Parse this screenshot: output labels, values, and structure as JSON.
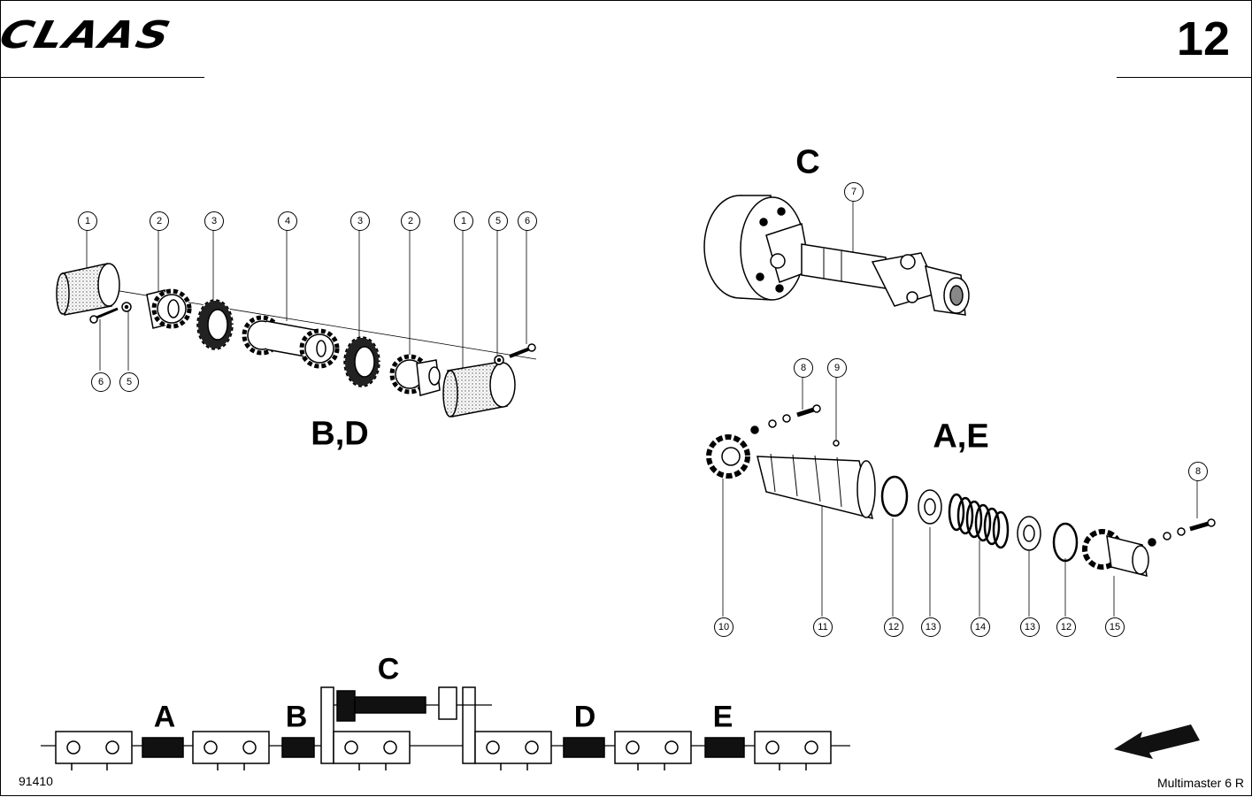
{
  "header": {
    "brand": "CLAAS",
    "page_number": "12"
  },
  "footer": {
    "drawing_number": "91410",
    "model": "Multimaster 6 R"
  },
  "groups": [
    {
      "id": "bd",
      "label": "B,D"
    },
    {
      "id": "c",
      "label": "C"
    },
    {
      "id": "ae",
      "label": "A,E"
    }
  ],
  "callouts": {
    "bd_top": [
      "1",
      "2",
      "3",
      "4",
      "3",
      "2",
      "1",
      "5",
      "6"
    ],
    "bd_bottom": [
      "6",
      "5"
    ],
    "c": [
      "7"
    ],
    "ae_top": [
      "8",
      "9",
      "8"
    ],
    "ae_bottom": [
      "10",
      "11",
      "12",
      "13",
      "14",
      "13",
      "12",
      "15"
    ]
  },
  "driveline": {
    "labels": [
      "A",
      "B",
      "C",
      "D",
      "E"
    ]
  }
}
